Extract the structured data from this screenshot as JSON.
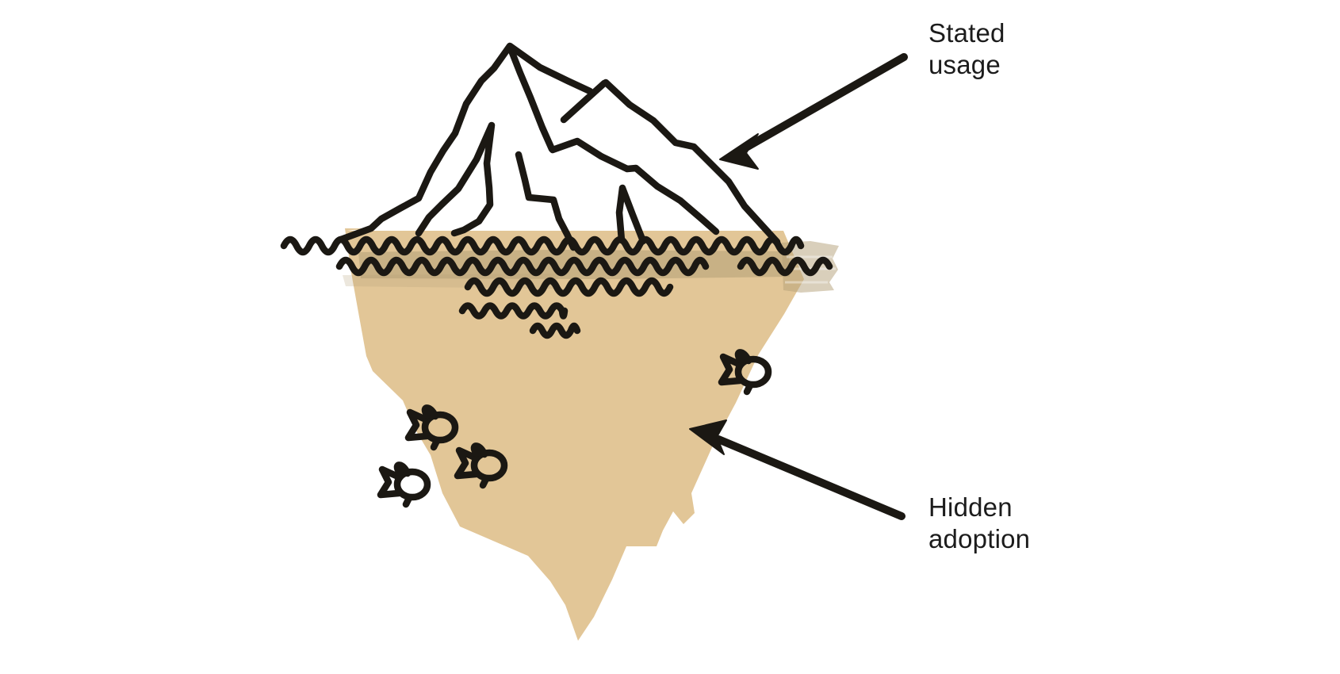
{
  "labels": {
    "stated_usage": {
      "lines": [
        "Stated",
        "usage"
      ]
    },
    "hidden_adoption": {
      "lines": [
        "Hidden",
        "adoption"
      ]
    }
  },
  "colors": {
    "ink": "#1b1813",
    "iceberg_white": "#ffffff",
    "underwater_tan": "#e2c697",
    "brush_olive": "#b3a077",
    "background": "#ffffff",
    "label_text": "#1c1c1c"
  },
  "scene": {
    "fish_count": 4,
    "wave_row_count": 5
  }
}
